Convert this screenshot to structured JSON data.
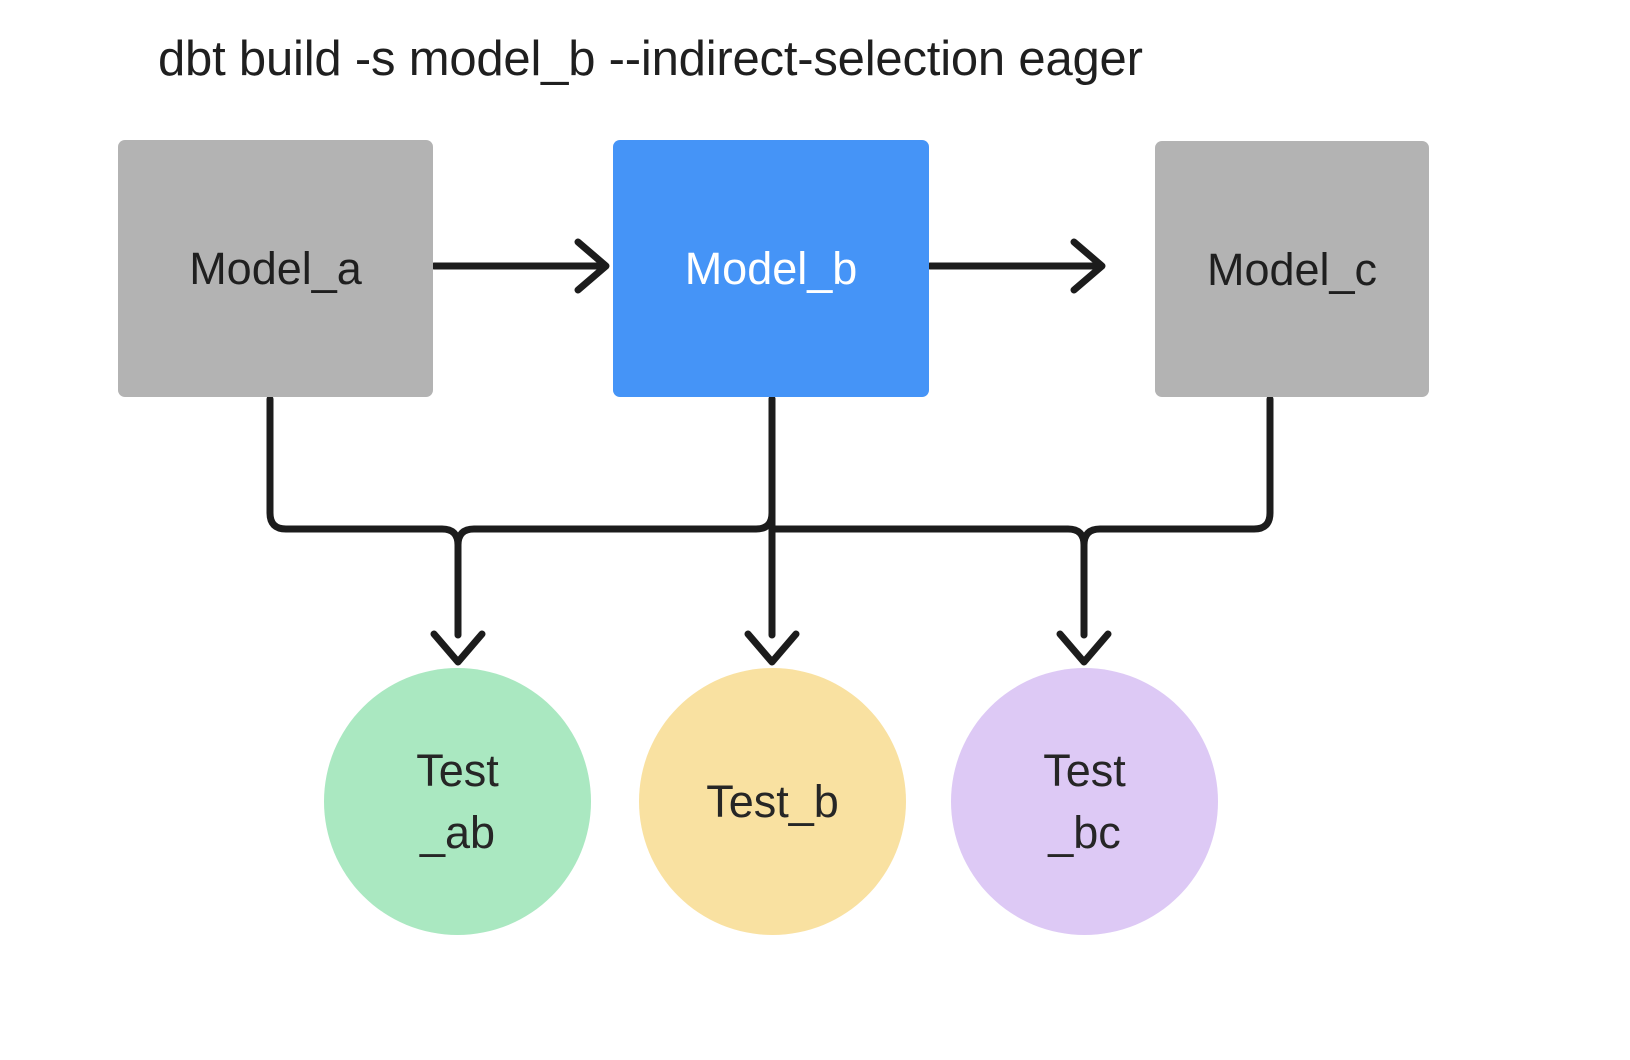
{
  "diagram": {
    "title": "dbt build -s model_b --indirect-selection eager",
    "background": "#ffffff",
    "edge_color": "#1c1c1c",
    "edge_width": 7
  },
  "models": [
    {
      "id": "model_a",
      "label": "Model_a",
      "shape": "rectangle",
      "fill": "#b3b3b3",
      "text_color": "#1f1f1f",
      "selected": false
    },
    {
      "id": "model_b",
      "label": "Model_b",
      "shape": "rectangle",
      "fill": "#4594f7",
      "text_color": "#ffffff",
      "selected": true
    },
    {
      "id": "model_c",
      "label": "Model_c",
      "shape": "rectangle",
      "fill": "#b3b3b3",
      "text_color": "#1f1f1f",
      "selected": false
    }
  ],
  "tests": [
    {
      "id": "test_ab",
      "label_line1": "Test",
      "label_line2": "_ab",
      "shape": "circle",
      "fill": "#aae8c1",
      "text_color": "#262626"
    },
    {
      "id": "test_b",
      "label_line1": "Test_b",
      "label_line2": "",
      "shape": "circle",
      "fill": "#f9e1a1",
      "text_color": "#262626"
    },
    {
      "id": "test_bc",
      "label_line1": "Test",
      "label_line2": "_bc",
      "shape": "circle",
      "fill": "#ddc9f5",
      "text_color": "#262626"
    }
  ],
  "edges": [
    {
      "id": "edge-model-a-to-model-b",
      "from": "model_a",
      "to": "model_b",
      "style": "straight-arrow"
    },
    {
      "id": "edge-model-b-to-model-c",
      "from": "model_b",
      "to": "model_c",
      "style": "straight-arrow"
    },
    {
      "id": "edge-model-a-to-test-ab",
      "from": "model_a",
      "to": "test_ab",
      "style": "elbow-arrow"
    },
    {
      "id": "edge-model-b-to-test-ab",
      "from": "model_b",
      "to": "test_ab",
      "style": "elbow-arrow"
    },
    {
      "id": "edge-model-b-to-test-b",
      "from": "model_b",
      "to": "test_b",
      "style": "straight-arrow"
    },
    {
      "id": "edge-model-b-to-test-bc",
      "from": "model_b",
      "to": "test_bc",
      "style": "elbow-arrow"
    },
    {
      "id": "edge-model-c-to-test-bc",
      "from": "model_c",
      "to": "test_bc",
      "style": "elbow-arrow"
    }
  ]
}
